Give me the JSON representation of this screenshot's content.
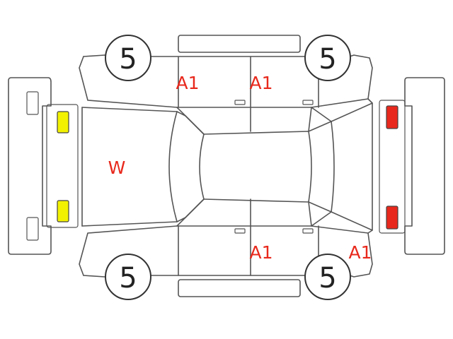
{
  "colors": {
    "outline": "#555555",
    "code_text": "#e8281c",
    "front_lamp": "#f2f200",
    "rear_lamp": "#e8281c"
  },
  "tires": {
    "front_left": "5",
    "rear_left": "5",
    "front_right": "5",
    "rear_right": "5"
  },
  "codes": {
    "hood": "W",
    "door_front_left": "A1",
    "door_rear_left": "A1",
    "door_rear_right": "A1",
    "quarter_rear_right": "A1"
  }
}
